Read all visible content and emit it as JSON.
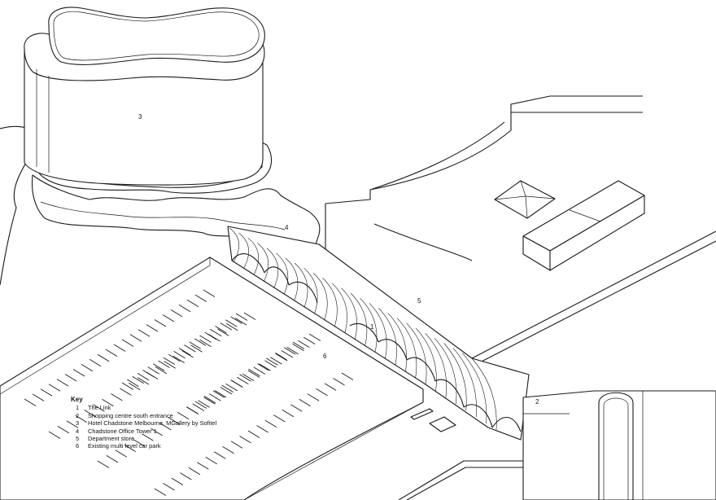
{
  "callouts": [
    {
      "id": "c3",
      "text": "3"
    },
    {
      "id": "c4",
      "text": "4"
    },
    {
      "id": "c5",
      "text": "5"
    },
    {
      "id": "c1",
      "text": "1"
    },
    {
      "id": "c6",
      "text": "6"
    },
    {
      "id": "c2",
      "text": "2"
    }
  ],
  "key": {
    "title": "Key",
    "items": [
      {
        "number": "1",
        "label": "The Link"
      },
      {
        "number": "2",
        "label": "Shopping centre south entrance"
      },
      {
        "number": "3",
        "label": "Hotel Chadstone Melbourne, MGallery by Sofitel"
      },
      {
        "number": "4",
        "label": "Chadstone Office Tower 1"
      },
      {
        "number": "5",
        "label": "Department store"
      },
      {
        "number": "6",
        "label": "Existing multi level car park"
      }
    ]
  },
  "colors": {
    "line": "#1a1a1a",
    "background": "#ffffff"
  }
}
